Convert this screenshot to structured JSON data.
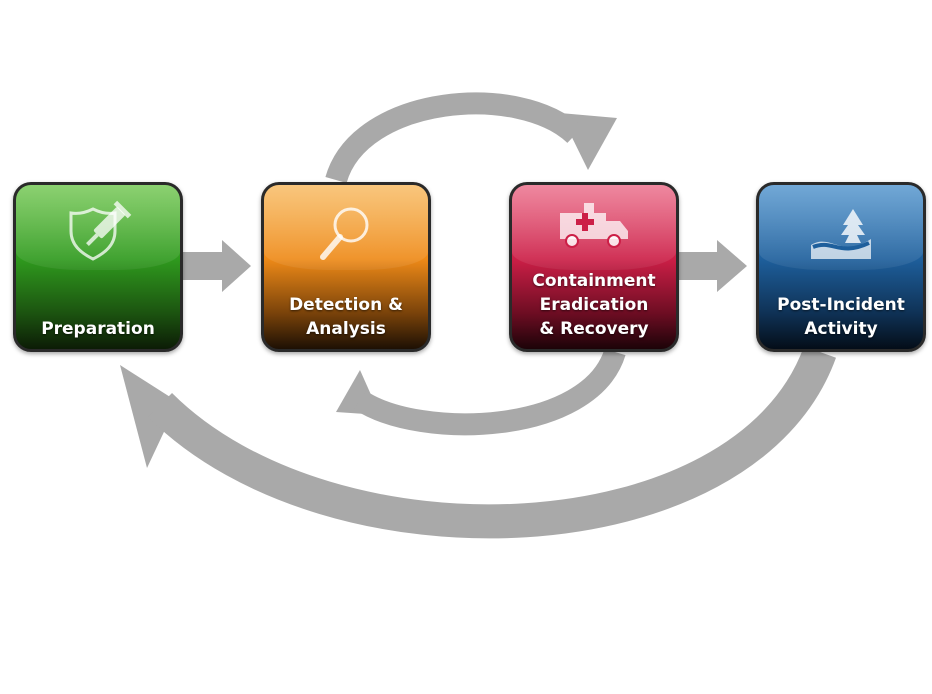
{
  "phases": [
    {
      "label_lines": [
        "Preparation"
      ],
      "icon": "shield-syringe-icon",
      "color": "#2f9a1e"
    },
    {
      "label_lines": [
        "Detection &",
        "Analysis"
      ],
      "icon": "magnifier-icon",
      "color": "#ee8a18"
    },
    {
      "label_lines": [
        "Containment",
        "Eradication",
        "& Recovery"
      ],
      "icon": "ambulance-icon",
      "color": "#cc1f47"
    },
    {
      "label_lines": [
        "Post-Incident",
        "Activity"
      ],
      "icon": "river-tree-icon",
      "color": "#1e5f9c"
    }
  ],
  "arrow_color": "#a9a9a9"
}
